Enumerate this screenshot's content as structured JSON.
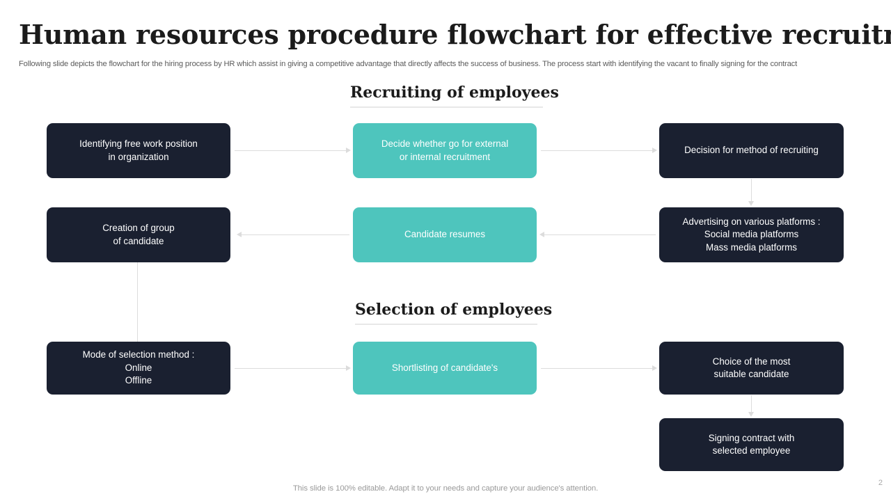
{
  "slide": {
    "title": "Human resources procedure flowchart for effective recruitment",
    "subtitle": "Following slide depicts the flowchart for the hiring process by HR which assist in giving a competitive advantage that directly affects the success of business. The process start with identifying the vacant to finally signing for the contract",
    "footer_note": "This slide is 100% editable. Adapt it to your needs and capture your audience's attention.",
    "page_number": "2"
  },
  "sections": [
    {
      "id": "recruiting",
      "heading": "Recruiting of employees"
    },
    {
      "id": "selection",
      "heading": "Selection of employees"
    }
  ],
  "colors": {
    "dark_node": "#1a2030",
    "teal_node": "#4ec5bd",
    "connector": "#dcdcdc",
    "title_text": "#1b1b1b",
    "subtitle_text": "#5b5b5b",
    "footer_text": "#9a9a9a"
  },
  "nodes": [
    {
      "id": "identifying-free-work-position",
      "label": "Identifying  free work position\nin organization",
      "style": "dark",
      "row": 1,
      "col": "a"
    },
    {
      "id": "decide-external-or-internal",
      "label": "Decide whether go for external\nor internal recruitment",
      "style": "teal",
      "row": 1,
      "col": "b"
    },
    {
      "id": "decision-method-recruiting",
      "label": "Decision for method of recruiting",
      "style": "dark",
      "row": 1,
      "col": "c"
    },
    {
      "id": "advertising-platforms",
      "label": "Advertising  on  various platforms :\nSocial media platforms\nMass media platforms",
      "style": "dark",
      "row": 2,
      "col": "c"
    },
    {
      "id": "candidate-resumes",
      "label": "Candidate resumes",
      "style": "teal",
      "row": 2,
      "col": "b"
    },
    {
      "id": "creation-of-group",
      "label": "Creation of group\nof candidate",
      "style": "dark",
      "row": 2,
      "col": "a"
    },
    {
      "id": "mode-of-selection-method",
      "label": "Mode  of selection method :\nOnline\nOffline",
      "style": "dark",
      "row": 3,
      "col": "a"
    },
    {
      "id": "shortlisting-of-candidates",
      "label": "Shortlisting of candidate's",
      "style": "teal",
      "row": 3,
      "col": "b"
    },
    {
      "id": "choice-of-suitable-candidate",
      "label": "Choice of the most\nsuitable candidate",
      "style": "dark",
      "row": 3,
      "col": "c"
    },
    {
      "id": "signing-contract",
      "label": "Signing contract with\nselected  employee",
      "style": "dark",
      "row": 4,
      "col": "c"
    }
  ],
  "connectors": [
    {
      "id": "identifying-to-decide",
      "direction": "right"
    },
    {
      "id": "decide-to-decision-method",
      "direction": "right"
    },
    {
      "id": "decision-method-to-advertising",
      "direction": "down"
    },
    {
      "id": "advertising-to-resumes",
      "direction": "left"
    },
    {
      "id": "resumes-to-creation-of-group",
      "direction": "left"
    },
    {
      "id": "creation-to-mode-of-selection",
      "direction": "none"
    },
    {
      "id": "mode-to-shortlisting",
      "direction": "right"
    },
    {
      "id": "shortlisting-to-choice",
      "direction": "right"
    },
    {
      "id": "choice-to-signing",
      "direction": "down"
    }
  ]
}
